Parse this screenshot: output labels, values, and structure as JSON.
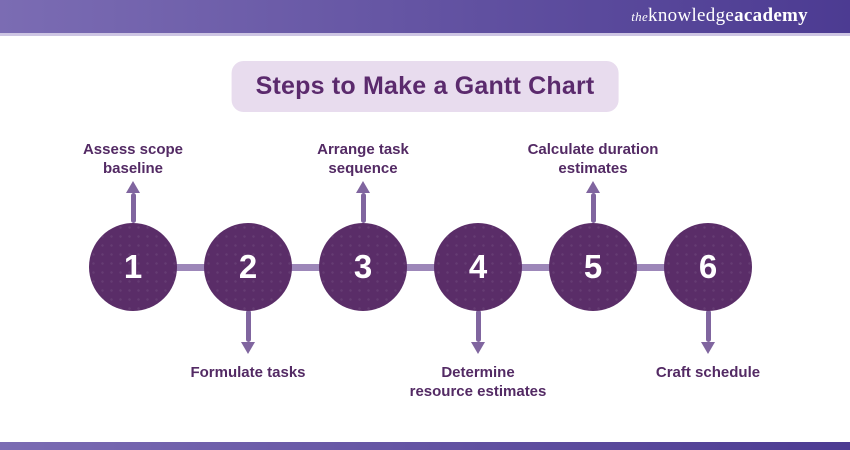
{
  "header": {
    "logo": {
      "the": "the",
      "knowledge": "knowledge",
      "academy": "academy"
    }
  },
  "title": "Steps to Make a Gantt Chart",
  "steps": [
    {
      "number": "1",
      "label": "Assess scope baseline",
      "label_position": "top"
    },
    {
      "number": "2",
      "label": "Formulate tasks",
      "label_position": "bottom"
    },
    {
      "number": "3",
      "label": "Arrange task sequence",
      "label_position": "top"
    },
    {
      "number": "4",
      "label": "Determine resource estimates",
      "label_position": "bottom"
    },
    {
      "number": "5",
      "label": "Calculate duration estimates",
      "label_position": "top"
    },
    {
      "number": "6",
      "label": "Craft schedule",
      "label_position": "bottom"
    }
  ],
  "colors": {
    "header_gradient_start": "#7b6cb3",
    "header_gradient_end": "#4c3b92",
    "title_bg": "#e8dcee",
    "title_text": "#5b2a6d",
    "circle_fill": "#5a2d68",
    "circle_number": "#ffffff",
    "connector": "#9d87b9",
    "arrow": "#80659f",
    "label_text": "#532a64"
  }
}
